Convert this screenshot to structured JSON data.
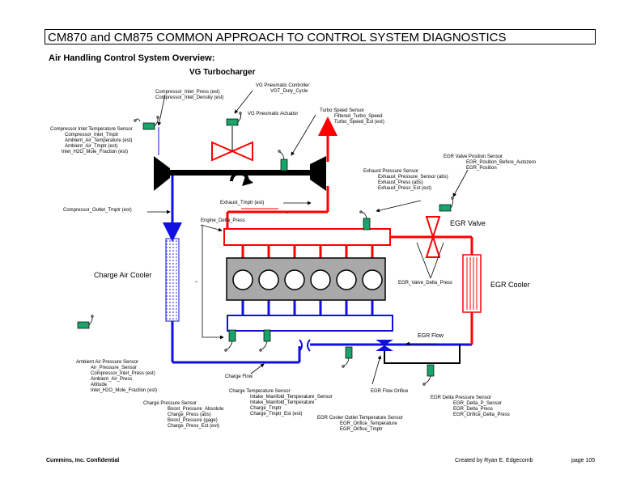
{
  "header": {
    "title": "CM870 and CM875 COMMON APPROACH TO CONTROL SYSTEM DIAGNOSTICS"
  },
  "subtitle": "Air Handling Control System Overview:",
  "vg_title": "VG Turbocharger",
  "labels": {
    "compressor_inlet_press": [
      "Compressor_Inlet_Press (est)",
      "Compressor_Inlet_Density (est)"
    ],
    "vg_pneumatic_controller": [
      "VG Pneumatic Controller",
      "VGT_Duty_Cycle"
    ],
    "vg_pneumatic_actuator": "VG Pneumatic Actuator",
    "turbo_speed_sensor": [
      "Turbo Speed Sensor",
      "Filtered_Turbo_Speed",
      "Turbo_Speed_Est (est)"
    ],
    "compressor_inlet_temp_sensor": [
      "Compressor Inlet Temperature Sensor",
      "Compressor_Inlet_Tmptr",
      "Ambient_Air_Temperature (est)",
      "Ambient_Air_Tmptr (est)",
      "Inlet_H2O_Mole_Fraction (est)"
    ],
    "egr_valve_position_sensor": [
      "EGR Valve Position Sensor",
      "EGR_Position_Before_Autozero",
      "EGR_Position"
    ],
    "exhaust_pressure_sensor": [
      "Exhaust Pressure Sensor",
      "Exhaust_Pressure_Sensor (abs)",
      "Exhaust_Press (abs)",
      "Exhaust_Press_Est (est)"
    ],
    "exhaust_tmptr": "Exhaust_Tmptr (est)",
    "compressor_outlet_tmptr": "Compressor_Outlet_Tmptr (est)",
    "engine_delta_press": "Engine_Delta_Press",
    "egr_valve": "EGR Valve",
    "charge_air_cooler": "Charge Air Cooler",
    "egr_valve_delta_press": "EGR_Valve_Delta_Press",
    "egr_cooler": "EGR Cooler",
    "egr_flow": "EGR Flow",
    "ambient_air_pressure_sensor": [
      "Ambient Air Pressure Sensor",
      "Air_Pressure_Sensor",
      "Compressor_Inlet_Press (est)",
      "Ambient_Air_Press",
      "Altitude",
      "Inlet_H2O_Mole_Fraction (est)"
    ],
    "charge_flow": "Charge Flow",
    "charge_temperature_sensor": [
      "Charge Temperature Sensor",
      "Intake_Manifold_Temperature_Sensor",
      "Intake_Manifold_Temperature",
      "Charge_Tmptr",
      "Charge_Tmptr_Est (est)"
    ],
    "egr_flow_orifice": "EGR Flow Orifice",
    "egr_delta_pressure_sensor": [
      "EGR Delta Pressure Sensor",
      "EGR_Delta_P_Sensor",
      "EGR_Delta_Press",
      "EGR_Orifice_Delta_Press"
    ],
    "charge_pressure_sensor": [
      "Charge Pressure Sensor",
      "Boost_Pressure_Absolute",
      "Charge_Press (abs)",
      "Boost_Pressure (gage)",
      "Charge_Press_Est (est)"
    ],
    "egr_cooler_outlet_temp_sensor": [
      "EGR Cooler Outlet Temperature Sensor",
      "EGR_Orifice_Temperature",
      "EGR_Orifice_Tmptr"
    ],
    "minus_a": "-",
    "minus_b": "-"
  },
  "footer": {
    "left": "Cummins, Inc. Confidential",
    "mid": "Created by Ryan E. Edgecomb",
    "right": "page 105"
  },
  "colors": {
    "blue": "#1010e0",
    "red": "#ff0000",
    "green": "#1aa36a",
    "engine_gray": "#a9a9a9"
  }
}
